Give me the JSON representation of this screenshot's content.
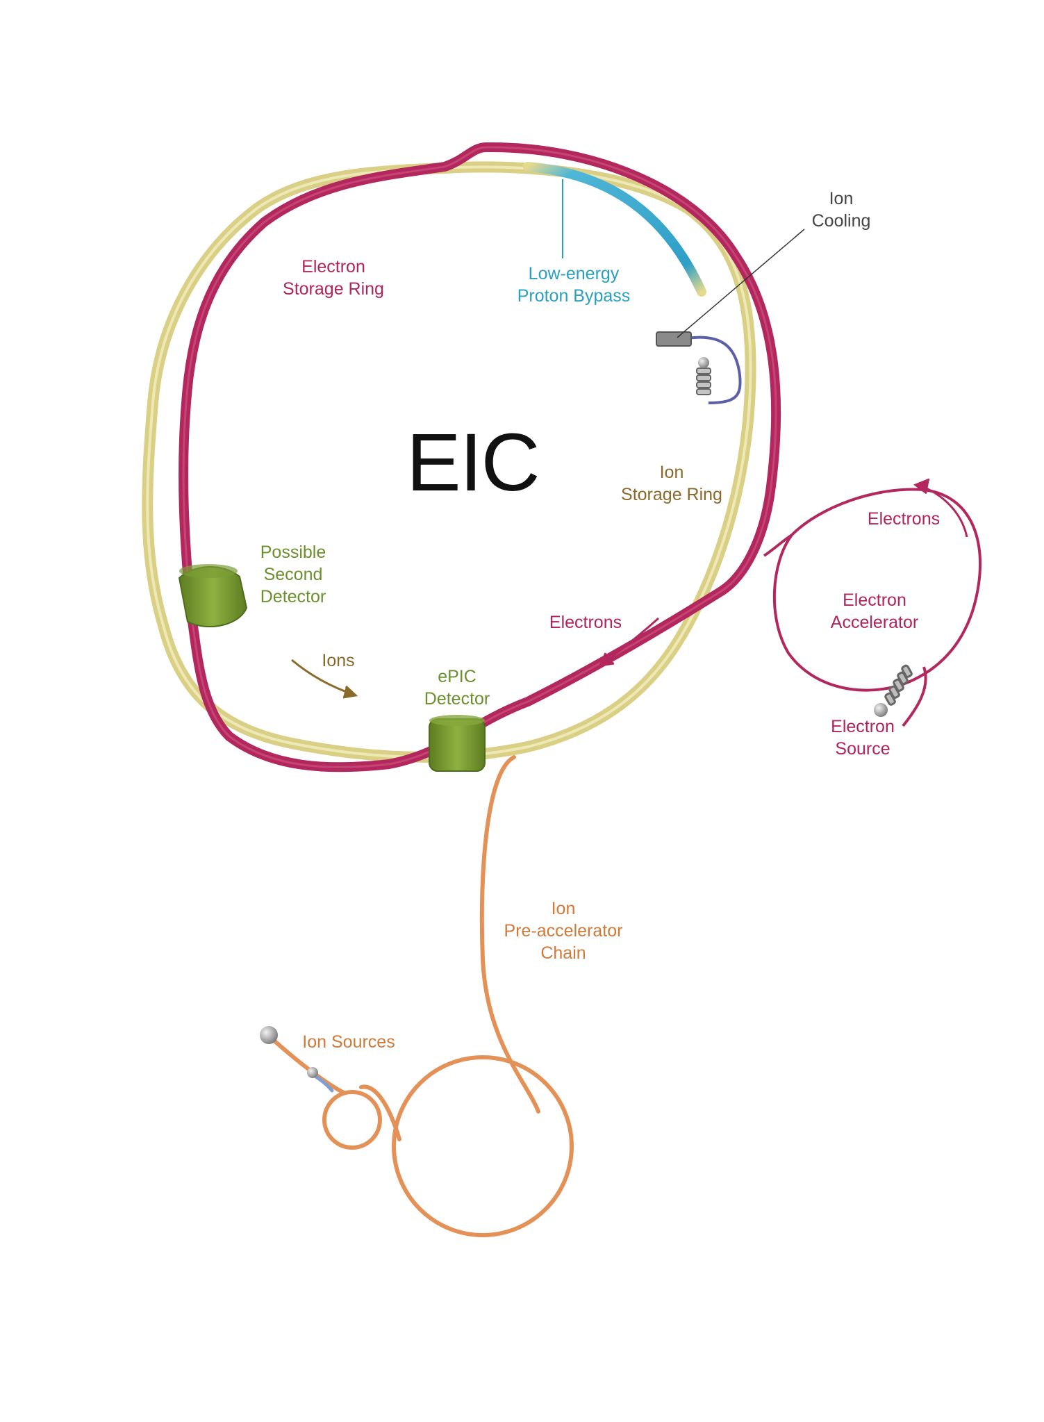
{
  "title": "EIC",
  "labels": {
    "electron_storage_ring": "Electron\nStorage Ring",
    "low_energy_bypass": "Low-energy\nProton Bypass",
    "ion_cooling": "Ion\nCooling",
    "ion_storage_ring": "Ion\nStorage Ring",
    "electrons_accel": "Electrons",
    "electron_accelerator": "Electron\nAccelerator",
    "electron_source": "Electron\nSource",
    "possible_second_detector": "Possible\nSecond\nDetector",
    "ions": "Ions",
    "epic_detector": "ePIC\nDetector",
    "electrons_ring": "Electrons",
    "ion_preaccelerator": "Ion\nPre-accelerator\nChain",
    "ion_sources": "Ion Sources"
  },
  "colors": {
    "electron": "#b0245e",
    "ion": "#8a6a2a",
    "ion_ring": "#d8cf86",
    "bypass": "#2aa0c0",
    "detector": "#6a8f2c",
    "preaccel": "#e08a4a",
    "cooling": "#444444"
  }
}
